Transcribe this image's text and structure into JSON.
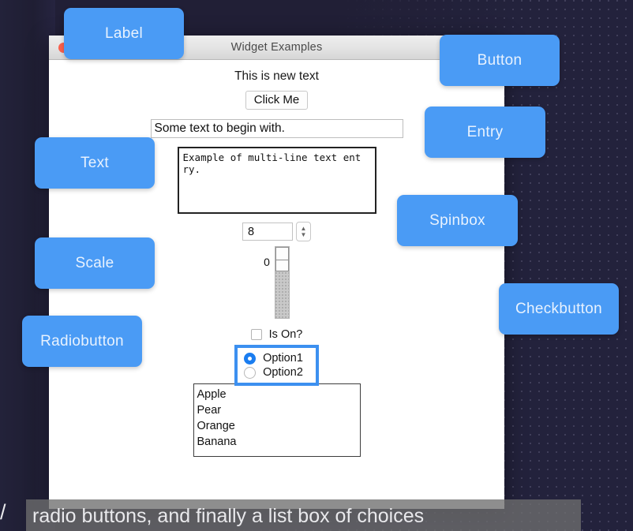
{
  "window": {
    "title": "Widget Examples",
    "close_button": "close"
  },
  "widgets": {
    "label_text": "This is new text",
    "button_text": "Click Me",
    "entry_value": "Some text to begin with.",
    "entry_placeholder": "",
    "text_value": "Example of multi-line text ent\nry.",
    "spinbox_value": "8",
    "spinbox_up": "▲",
    "spinbox_down": "▼",
    "scale_value": "0",
    "checkbutton_label": "Is On?",
    "checkbutton_checked": false,
    "radio_options": [
      {
        "label": "Option1",
        "selected": true
      },
      {
        "label": "Option2",
        "selected": false
      }
    ],
    "listbox_items": [
      "Apple",
      "Pear",
      "Orange",
      "Banana"
    ]
  },
  "callouts": [
    {
      "label": "Label"
    },
    {
      "label": "Button"
    },
    {
      "label": "Entry"
    },
    {
      "label": "Text"
    },
    {
      "label": "Spinbox"
    },
    {
      "label": "Scale"
    },
    {
      "label": "Checkbutton"
    },
    {
      "label": "Radiobutton"
    }
  ],
  "caption": {
    "partial_left": "/",
    "text": "radio buttons, and finally a list box of choices"
  },
  "colors": {
    "accent": "#4a9bf5",
    "highlight": "#3c90f0",
    "radio_fill": "#1a7df0",
    "backdrop": "#23223c",
    "close_dot": "#f9604e"
  }
}
